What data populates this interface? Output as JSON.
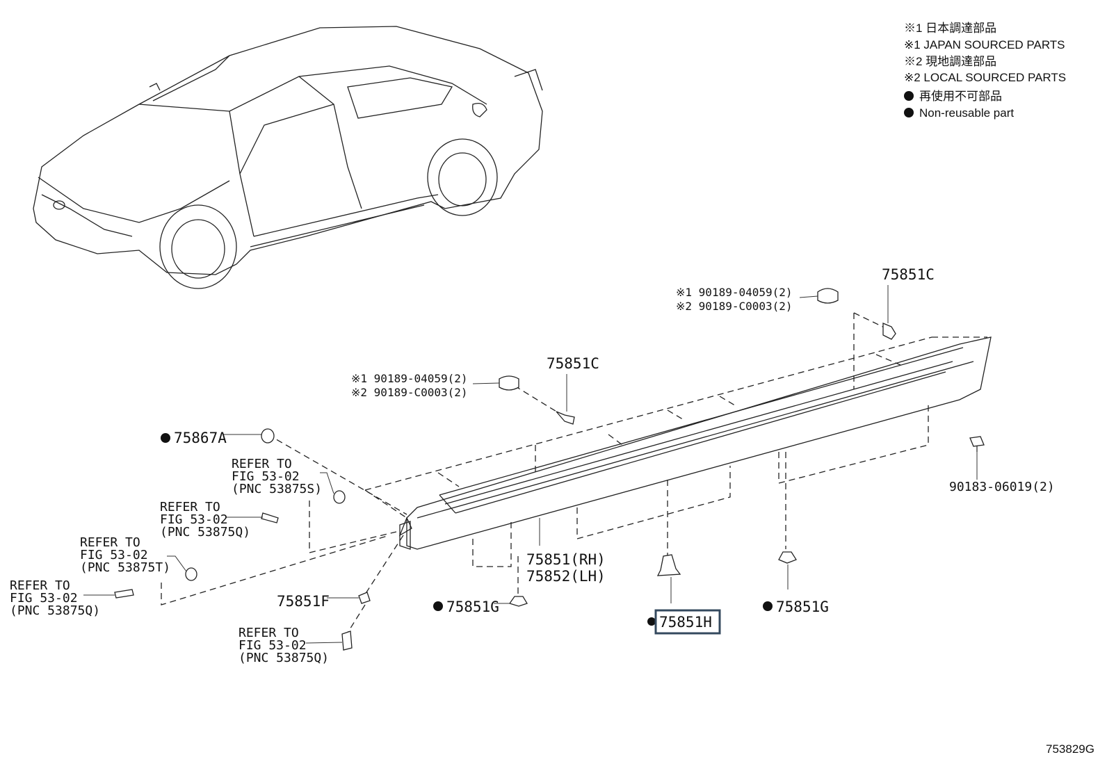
{
  "legend": {
    "line1": "※1 日本調達部品",
    "line2": "※1 JAPAN SOURCED PARTS",
    "line3": "※2 現地調達部品",
    "line4": "※2 LOCAL SOURCED PARTS",
    "line5": "再使用不可部品",
    "line6": "Non-reusable part"
  },
  "callouts": {
    "c_75851C_top": "75851C",
    "c_75851C_mid": "75851C",
    "ref_top_1": "※1  90189-04059(2)",
    "ref_top_2": "※2  90189-C0003(2)",
    "ref_mid_1": "※1  90189-04059(2)",
    "ref_mid_2": "※2  90189-C0003(2)",
    "c_75867A": "75867A",
    "c_90183": "90183-06019(2)",
    "c_75851_rh": "75851(RH)",
    "c_75852_lh": "75852(LH)",
    "c_75851F": "75851F",
    "c_75851G_left": "75851G",
    "c_75851G_right": "75851G",
    "c_75851H": "75851H",
    "refer_a": [
      "REFER TO",
      "FIG 53-02",
      "(PNC 53875S)"
    ],
    "refer_b": [
      "REFER TO",
      "FIG 53-02",
      "(PNC 53875Q)"
    ],
    "refer_c": [
      "REFER TO",
      "FIG 53-02",
      "(PNC 53875T)"
    ],
    "refer_d": [
      "REFER TO",
      "FIG 53-02",
      "(PNC 53875Q)"
    ],
    "refer_e": [
      "REFER TO",
      "FIG 53-02",
      "(PNC 53875Q)"
    ]
  },
  "figure_id": "753829G",
  "colors": {
    "highlight_border": "#34495e",
    "ink": "#111111"
  }
}
